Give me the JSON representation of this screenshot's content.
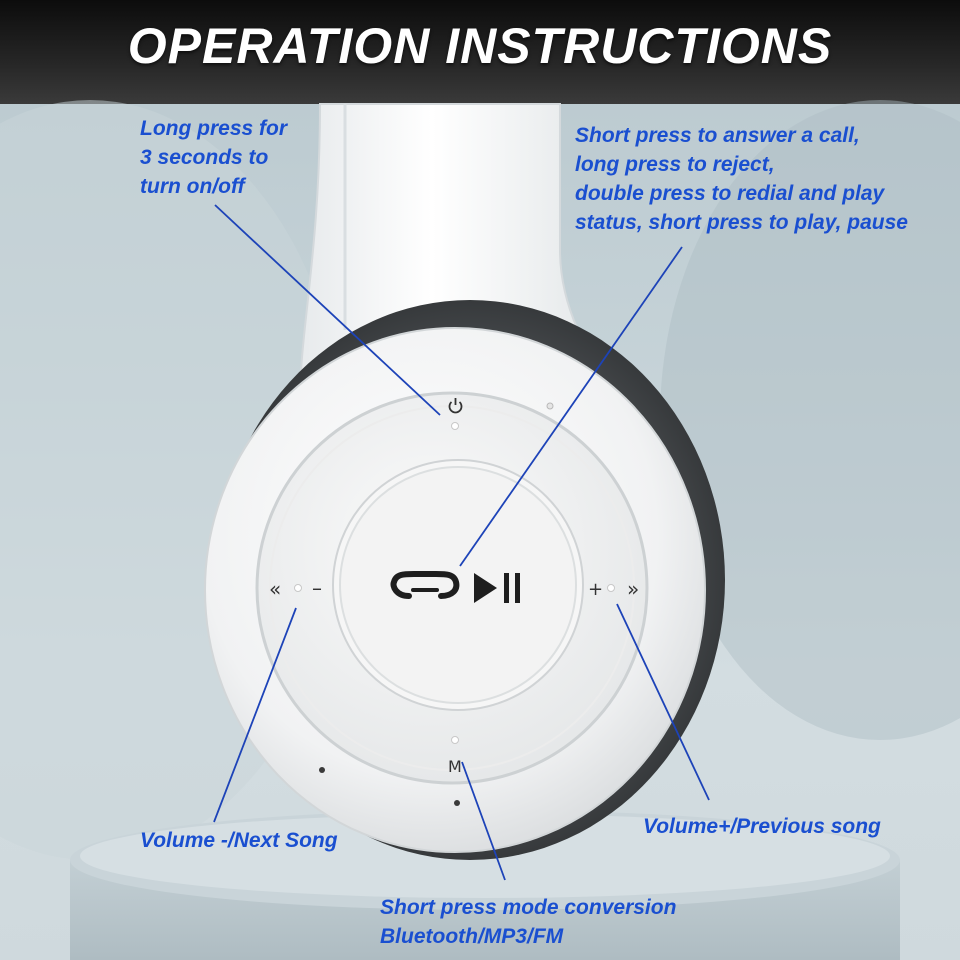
{
  "title": "OPERATION INSTRUCTIONS",
  "labels": {
    "power": "Long press for\n3 seconds to\nturn on/off",
    "play": "Short press to answer a call,\nlong press to reject,\ndouble press to redial and play\nstatus, short press to play, pause",
    "volume_minus": "Volume -/Next Song",
    "volume_plus": "Volume+/Previous song",
    "mode": "Short press mode conversion\nBluetooth/MP3/FM"
  },
  "button_glyphs": {
    "prev": "«",
    "minus": "–",
    "plus": "+",
    "next": "»",
    "mode": "M"
  },
  "icons": [
    "power-icon",
    "phone-icon",
    "play-pause-icon"
  ],
  "colors": {
    "annotation": "#1a4fd0",
    "title": "#ffffff",
    "leader_line": "#1d43b8"
  }
}
